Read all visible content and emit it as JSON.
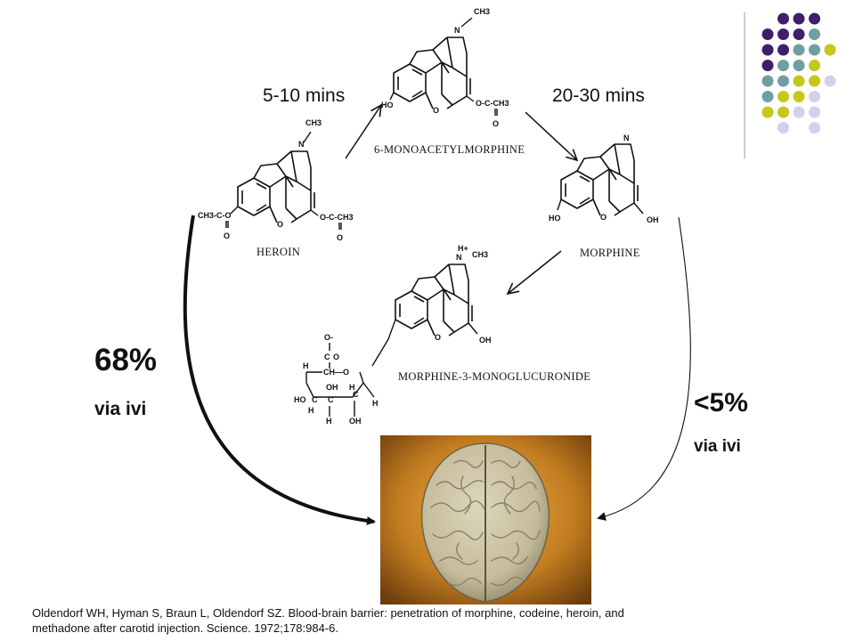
{
  "labels": {
    "time_first": "5-10 mins",
    "time_second": "20-30 mins",
    "heroin_percent": "68%",
    "heroin_route": "via ivi",
    "morphine_percent": "<5%",
    "morphine_route": "via ivi"
  },
  "compounds": {
    "heroin": "HEROIN",
    "mam": "6-MONOACETYLMORPHINE",
    "morphine": "MORPHINE",
    "m3g": "MORPHINE-3-MONOGLUCURONIDE"
  },
  "atoms": {
    "n": "N",
    "ch3": "CH3",
    "nh": "H+",
    "o": "O",
    "ho": "HO",
    "oh": "OH",
    "c": "C",
    "h": "H",
    "acetyl_left": "CH3-C-O",
    "acetyl_right": "O-C-CH3",
    "carboxylate": "O-",
    "ch": "CH",
    "ch_o": "CH—O"
  },
  "citation": {
    "line1": "Oldendorf WH, Hyman S, Braun L, Oldendorf SZ. Blood-brain barrier: penetration of morphine, codeine, heroin, and",
    "line2": "methadone after carotid injection. Science. 1972;178:984-6."
  },
  "colors": {
    "dot_purple": "#3f1f6b",
    "dot_teal": "#6f9fa0",
    "dot_yellow": "#c5c719",
    "dot_lavender": "#d4d0ea",
    "brain_bg_light": "#e3a43a",
    "brain_bg_dark": "#6b3d0c",
    "brain_tissue": "#cbc3a3"
  }
}
